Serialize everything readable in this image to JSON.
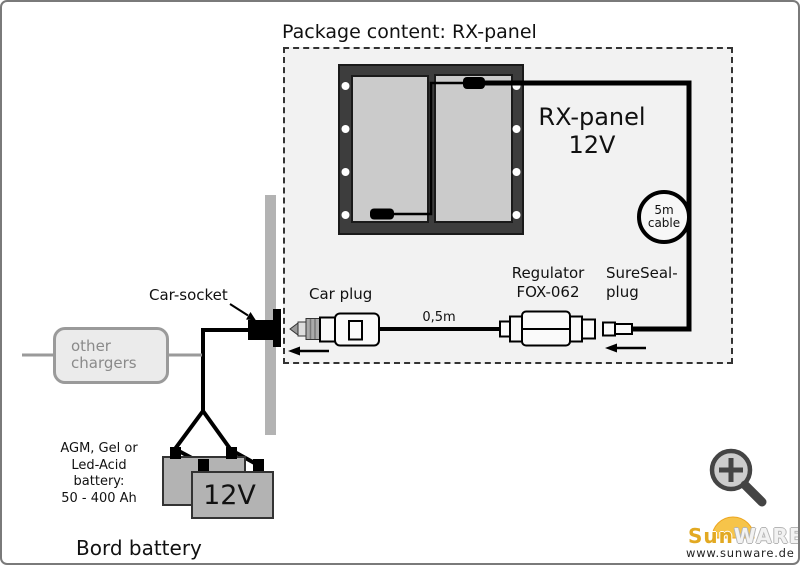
{
  "title": "Package content: RX-panel",
  "panel": {
    "name": "RX-panel",
    "voltage": "12V"
  },
  "cable_badge": {
    "length": "5m",
    "word": "cable"
  },
  "labels": {
    "car_plug": "Car plug",
    "cable_length": "0,5m",
    "regulator_line1": "Regulator",
    "regulator_line2": "FOX-062",
    "sureseal_line1": "SureSeal-",
    "sureseal_line2": "plug",
    "car_socket": "Car-socket"
  },
  "other_chargers": {
    "line1": "other",
    "line2": "chargers"
  },
  "battery": {
    "voltage": "12V",
    "spec_line1": "AGM, Gel or",
    "spec_line2": "Led-Acid",
    "spec_line3": "battery:",
    "spec_line4": "50 - 400 Ah",
    "caption": "Bord battery"
  },
  "branding": {
    "name_part1": "Sun",
    "name_part2": "WARE",
    "url": "www.sunware.de"
  },
  "colors": {
    "panel_frame": "#3d3d3d",
    "panel_cell": "#cbcbcb",
    "wall": "#b3b3b3",
    "battery": "#b3b3b3",
    "package_box_bg": "#f2f2f2",
    "sun": "#f6c44a",
    "muted_text": "#8a8a8a"
  }
}
